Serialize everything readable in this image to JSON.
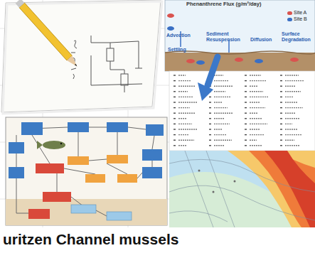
{
  "diagram": {
    "caption": "uritzen Channel mussels",
    "labels": [
      "Phenanthrene Flux (g/m²/day)",
      "Advection",
      "Settling",
      "Sediment Resuspension",
      "Diffusion",
      "Surface Degradation"
    ],
    "legend": [
      {
        "text": "Site A",
        "color": "#d9534f"
      },
      {
        "text": "Site B",
        "color": "#3a6fc4"
      }
    ]
  }
}
